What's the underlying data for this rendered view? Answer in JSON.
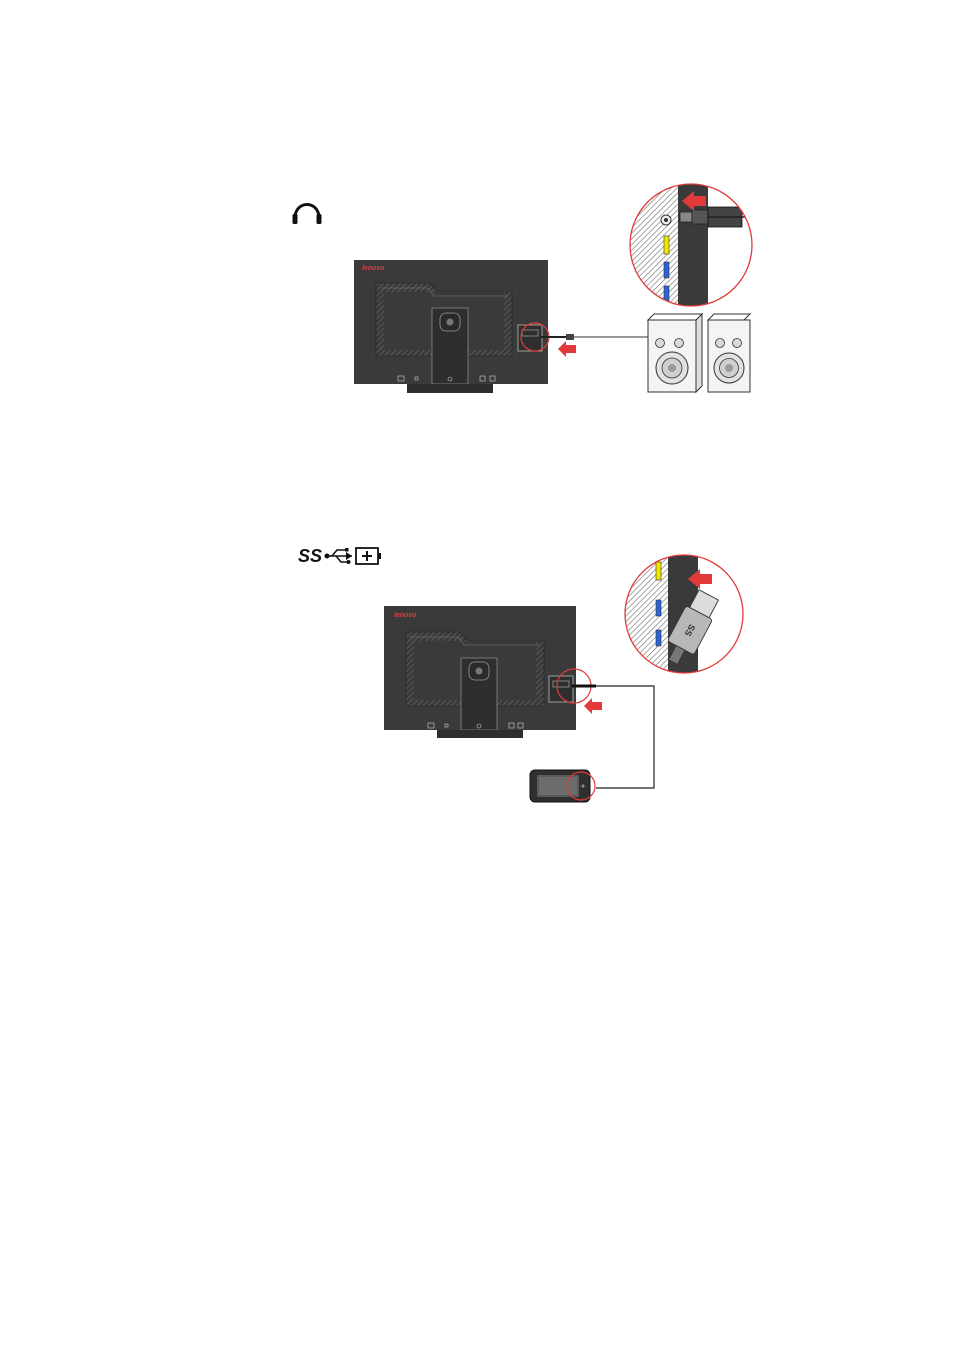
{
  "brand_text": "lenovo",
  "usb_superspeed_text": "SS",
  "usb_plug_text": "SS",
  "colors": {
    "monitor": "#3a3a3a",
    "arrow": "#e23a3a",
    "callout_circle": "#e23a3a",
    "port_yellow": "#f2e600",
    "port_blue": "#2a63d8",
    "speaker": "#f4f4f4"
  },
  "icons": {
    "audio": "headphones-icon",
    "usb": "usb-superspeed-charging-icon"
  }
}
